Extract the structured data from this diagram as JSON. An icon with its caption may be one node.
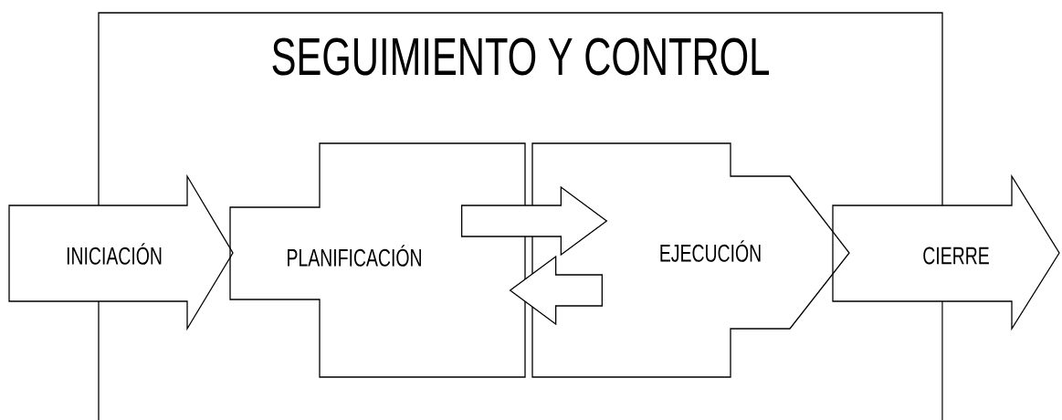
{
  "diagram": {
    "nodes": [
      {
        "text": [
          "SEGUIMIENTO Y CONTROL"
        ]
      },
      {
        "text": [
          "INICIACIÓN"
        ]
      },
      {
        "text": [
          "PLANIFICACIÓN"
        ],
        "in": 0
      },
      {
        "text": [
          "EJECUCIÓN"
        ],
        "in": 0
      },
      {
        "text": [
          "CIERRE"
        ]
      }
    ],
    "edges": [
      {
        "from": 2,
        "to": 3,
        "arrow": "to"
      },
      {
        "from": 3,
        "to": 2,
        "arrow": "to"
      }
    ]
  }
}
